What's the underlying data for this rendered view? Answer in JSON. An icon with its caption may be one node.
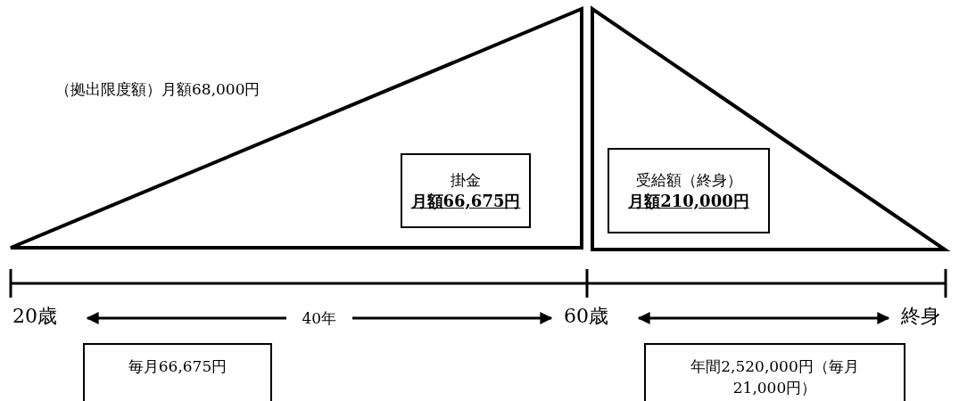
{
  "diagram": {
    "nodes": [
      {
        "text": [],
        "shape": "triangle"
      },
      {
        "text": [
          "掛金",
          "月額66,675円"
        ],
        "in": 0
      },
      {
        "text": [],
        "shape": "triangle"
      },
      {
        "text": [
          "受給額（終身）",
          "月額210,000円"
        ],
        "in": 2
      },
      {
        "text": [
          "20歳"
        ]
      },
      {
        "text": [
          "60歳"
        ]
      },
      {
        "text": [
          "終身"
        ]
      },
      {
        "text": [
          "毎月66,675円"
        ]
      },
      {
        "text": [
          "年間2,520,000円（毎月21,000円）"
        ]
      }
    ],
    "edges": [
      {
        "from": 4,
        "to": 5,
        "arrow": "both",
        "label": "40年"
      },
      {
        "from": 5,
        "to": 6,
        "arrow": "both"
      }
    ],
    "labels": [
      "（拠出限度額）月額68,000円"
    ]
  }
}
